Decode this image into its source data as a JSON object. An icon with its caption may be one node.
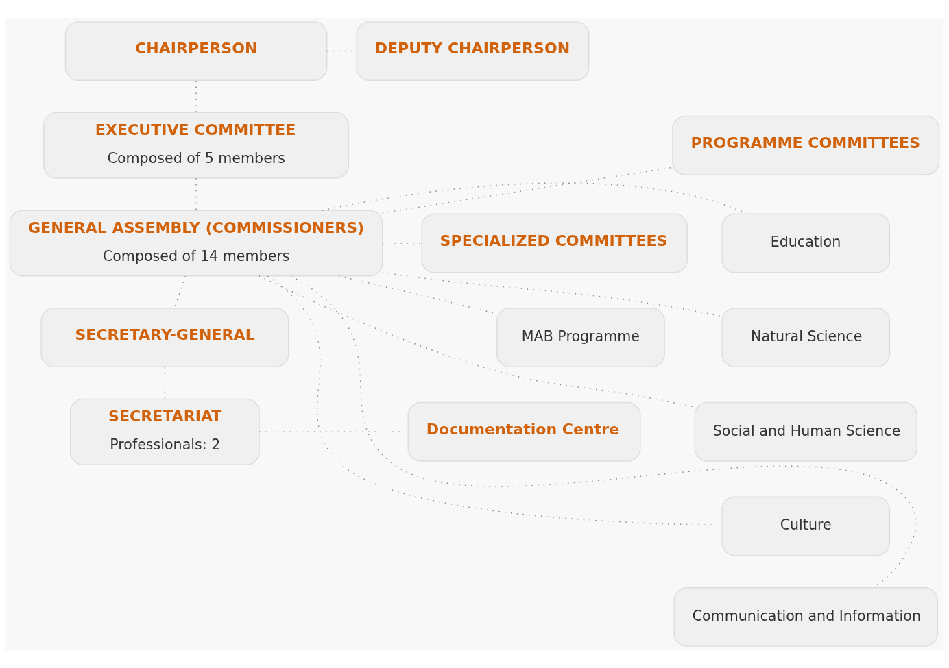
{
  "diagram": {
    "nodes": [
      {
        "text": [
          "CHAIRPERSON"
        ]
      },
      {
        "text": [
          "DEPUTY CHAIRPERSON"
        ]
      },
      {
        "text": [
          "PROGRAMME COMMITTEES"
        ]
      },
      {
        "text": [
          "Education"
        ]
      },
      {
        "text": [
          "Natural Science"
        ]
      },
      {
        "text": [
          "Social and Human Science"
        ]
      },
      {
        "text": [
          "Culture"
        ]
      },
      {
        "text": [
          "Communication and Information"
        ]
      },
      {
        "text": [
          "EXECUTIVE COMMITTEE",
          "Composed of 5 members"
        ]
      },
      {
        "text": [
          "GENERAL ASSEMBLY (COMMISSIONERS)",
          "Composed of 14 members"
        ]
      },
      {
        "text": [
          "SPECIALIZED COMMITTEES"
        ]
      },
      {
        "text": [
          "MAB Programme"
        ]
      },
      {
        "text": [
          "SECRETARY-GENERAL"
        ]
      },
      {
        "text": [
          "SECRETARIAT",
          "Professionals: 2"
        ]
      },
      {
        "text": [
          "Documentation Centre"
        ]
      }
    ],
    "edges": [
      {
        "from": 0,
        "to": 1,
        "arrow": "none"
      },
      {
        "from": 0,
        "to": 8,
        "arrow": "none"
      },
      {
        "from": 8,
        "to": 9,
        "arrow": "none"
      },
      {
        "from": 9,
        "to": 2,
        "arrow": "none"
      },
      {
        "from": 9,
        "to": 3,
        "arrow": "none"
      },
      {
        "from": 9,
        "to": 4,
        "arrow": "none"
      },
      {
        "from": 9,
        "to": 5,
        "arrow": "none"
      },
      {
        "from": 9,
        "to": 6,
        "arrow": "none"
      },
      {
        "from": 9,
        "to": 7,
        "arrow": "none"
      },
      {
        "from": 9,
        "to": 10,
        "arrow": "none"
      },
      {
        "from": 9,
        "to": 11,
        "arrow": "none"
      },
      {
        "from": 9,
        "to": 12,
        "arrow": "none"
      },
      {
        "from": 12,
        "to": 13,
        "arrow": "none"
      },
      {
        "from": 13,
        "to": 14,
        "arrow": "none"
      }
    ]
  }
}
